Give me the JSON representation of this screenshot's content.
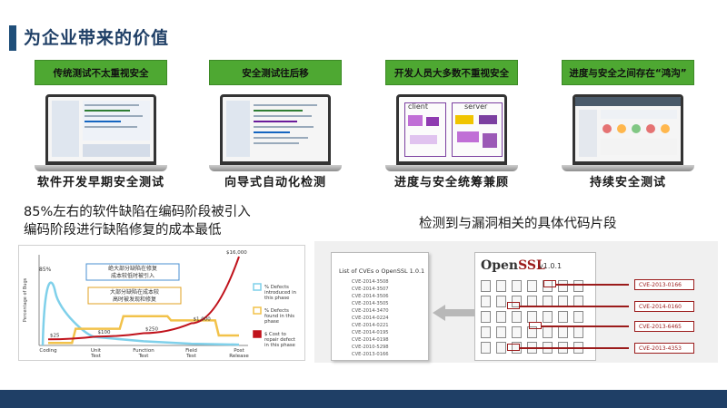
{
  "header": {
    "title": "为企业带来的价值"
  },
  "cards": [
    {
      "banner": "传统测试不太重视安全",
      "caption": "软件开发早期安全测试"
    },
    {
      "banner": "安全测试往后移",
      "caption": "向导式自动化检测"
    },
    {
      "banner": "开发人员大多数不重视安全",
      "caption": "进度与安全统筹兼顾",
      "screen_labels": {
        "client": "client",
        "server": "server"
      }
    },
    {
      "banner": "进度与安全之间存在“鸿沟”",
      "caption": "持续安全测试"
    }
  ],
  "stats": {
    "line1": "85%左右的软件缺陷在编码阶段被引入",
    "line2": "编码阶段进行缺陷修复的成本最低"
  },
  "right_heading": "检测到与漏洞相关的具体代码片段",
  "chart_data": {
    "type": "line",
    "ylabel": "Percentage of Bugs",
    "categories": [
      "Coding",
      "Unit Test",
      "Function Test",
      "Field Test",
      "Post Release"
    ],
    "series": [
      {
        "name": "% Defects introduced in this phase",
        "values": [
          85,
          10,
          5,
          2,
          1
        ]
      },
      {
        "name": "% Defects found in this phase",
        "values": [
          3,
          20,
          35,
          30,
          12
        ]
      },
      {
        "name": "$ Cost to repair defect in this phase",
        "values": [
          25,
          100,
          250,
          1000,
          16000
        ]
      }
    ],
    "point_labels": [
      "$25",
      "$100",
      "$250",
      "$1,000",
      "$16,000"
    ],
    "peak_label": "85%",
    "callouts": [
      "绝大部分缺陷在修复成本较低时被引入",
      "大部分缺陷在成本较高时被发现和修复"
    ],
    "legend": [
      {
        "label": "% Defects introduced in this phase",
        "color": "#7fd0ea"
      },
      {
        "label": "% Defects found in this phase",
        "color": "#f2c24a"
      },
      {
        "label": "$ Cost to repair defect in this phase",
        "color": "#c0121b"
      }
    ],
    "colors": {
      "introduced": "#7fd0ea",
      "found": "#f2c24a",
      "cost": "#c0121b"
    }
  },
  "cve_doc": {
    "title": "List of CVEs o OpenSSL 1.0.1",
    "items": [
      "CVE-2014-3508",
      "CVE-2014-3507",
      "CVE-2014-3506",
      "CVE-2014-3505",
      "CVE-2014-3470",
      "CVE-2014-0224",
      "CVE-2014-0221",
      "CVE-2014-0195",
      "CVE-2014-0198",
      "CVE-2010-5298",
      "CVE-2013-0166"
    ]
  },
  "openssl": {
    "logo_open": "Open",
    "logo_ssl": "SSL",
    "version": "v1.0.1",
    "tags": [
      "CVE-2013-0166",
      "CVE-2014-0160",
      "CVE-2013-6465",
      "CVE-2013-4353"
    ]
  },
  "theme": {
    "accent": "#1f3f66",
    "banner": "#4ea832",
    "cve": "#9b1b1b"
  }
}
